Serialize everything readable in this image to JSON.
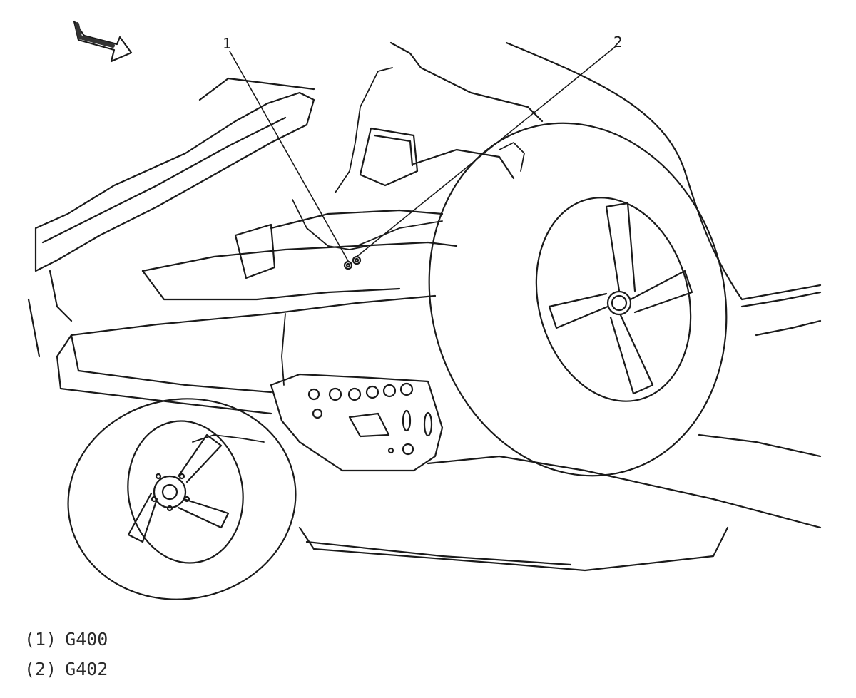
{
  "callouts": [
    {
      "number": "1"
    },
    {
      "number": "2"
    }
  ],
  "legend": [
    {
      "number": "(1)",
      "label": "G400"
    },
    {
      "number": "(2)",
      "label": "G402"
    }
  ],
  "icons": {
    "direction_arrow": "front-direction-arrow-icon"
  },
  "colors": {
    "line": "#1a1a1a",
    "background": "#ffffff"
  }
}
